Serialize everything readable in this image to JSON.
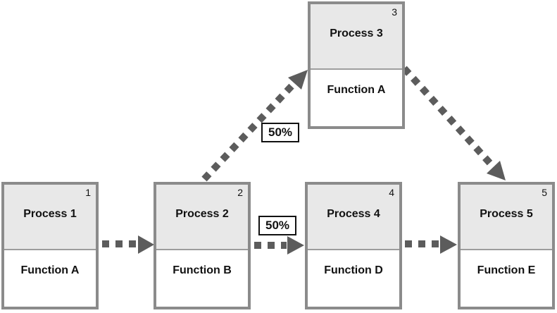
{
  "diagram": {
    "type": "event-driven-process-chain",
    "nodes": [
      {
        "number": "1",
        "title": "Process 1",
        "function": "Function A"
      },
      {
        "number": "2",
        "title": "Process 2",
        "function": "Function B"
      },
      {
        "number": "3",
        "title": "Process 3",
        "function": "Function A"
      },
      {
        "number": "4",
        "title": "Process 4",
        "function": "Function D"
      },
      {
        "number": "5",
        "title": "Process 5",
        "function": "Function E"
      }
    ],
    "edges": [
      {
        "from": "Process 1",
        "to": "Process 2",
        "label": "",
        "style": "dotted-arrow"
      },
      {
        "from": "Process 2",
        "to": "Process 3",
        "label": "50%",
        "style": "dotted-arrow"
      },
      {
        "from": "Process 2",
        "to": "Process 4",
        "label": "50%",
        "style": "dotted-arrow"
      },
      {
        "from": "Process 3",
        "to": "Process 5",
        "label": "",
        "style": "dotted-arrow"
      },
      {
        "from": "Process 4",
        "to": "Process 5",
        "label": "",
        "style": "dotted-arrow"
      }
    ],
    "colors": {
      "node_header_fill": "#e8e8e8",
      "node_body_fill": "#ffffff",
      "node_border": "#8b8b8b",
      "divider": "#9d9d9d",
      "arrow": "#5c5c5c",
      "label_border": "#111111",
      "text": "#111111"
    }
  }
}
